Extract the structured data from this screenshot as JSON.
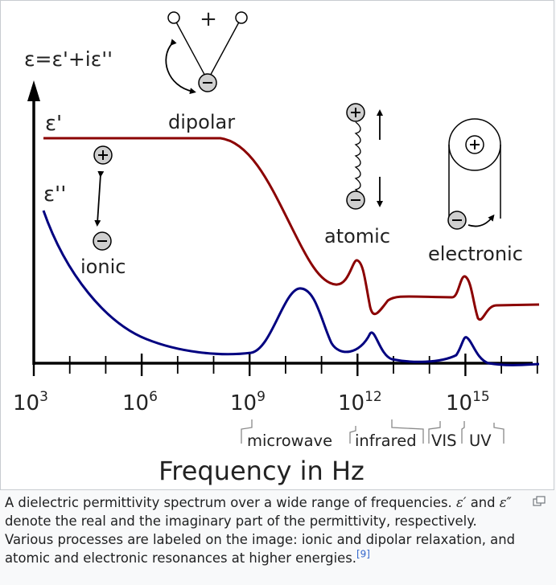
{
  "diagram": {
    "formula": "ε=ε'+iε''",
    "real_label": "ε'",
    "imag_label": "ε''",
    "plus_sign": "+",
    "x_title": "Frequency in Hz",
    "x_ticks": [
      {
        "base": "10",
        "exp": "3"
      },
      {
        "base": "10",
        "exp": "6"
      },
      {
        "base": "10",
        "exp": "9"
      },
      {
        "base": "10",
        "exp": "12"
      },
      {
        "base": "10",
        "exp": "15"
      }
    ],
    "bands": [
      "microwave",
      "infrared",
      "VIS",
      "UV"
    ],
    "processes": {
      "ionic": "ionic",
      "dipolar": "dipolar",
      "atomic": "atomic",
      "electronic": "electronic"
    },
    "colors": {
      "real": "#8b0000",
      "imaginary": "#000080",
      "axis": "#000000"
    }
  },
  "caption": {
    "part1": "A dielectric permittivity spectrum over a wide range of frequencies. ",
    "eps_real": "ε′",
    "part2": " and ",
    "eps_imag": "ε″",
    "part3": " denote the real and the imaginary part of the permittivity, respectively. Various processes are labeled on the image: ionic and dipolar relaxation, and atomic and electronic resonances at higher energies.",
    "ref": "[9]"
  },
  "enlarge_icon": "enlarge-icon"
}
